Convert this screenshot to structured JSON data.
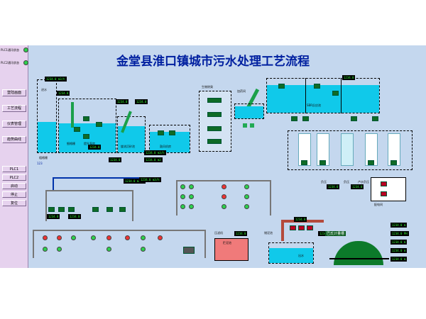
{
  "title": "金堂县淮口镇城市污水处理工艺流程",
  "top_status": [
    "PLC1通讯状态",
    "PLC2通讯状态"
  ],
  "nav": [
    "登陆画面",
    "工艺流程",
    "仪表管理",
    "趋势曲线"
  ],
  "plc": [
    "PLC1",
    "PLC2"
  ],
  "controls": [
    "启动",
    "停止",
    "复位"
  ],
  "reading": "1234.0",
  "units": {
    "flow": "m3/h",
    "total": "m3",
    "ph": "PH",
    "level": "m"
  },
  "counter": "123",
  "labels": {
    "inlet": "进水",
    "grit": "细格栅",
    "lift": "提升泵房",
    "screen": "粗格栅",
    "rotary": "旋流沉砂池",
    "sbr": "SBR反应池",
    "disinfect": "紫外消毒",
    "sludge": "污泥池",
    "dewater": "脱水机房",
    "press": "压滤机",
    "meter": "巴氏计量槽",
    "blower_room": "鼓风机房",
    "pressure1": "负压",
    "pressure2": "负压",
    "pressure3": "卢水负压",
    "panel": "配电间",
    "tank_bottom": "储泥池",
    "deodor": "生物除臭",
    "dosing": "加药间",
    "storage": "贮泥池",
    "outlet": "出水"
  }
}
